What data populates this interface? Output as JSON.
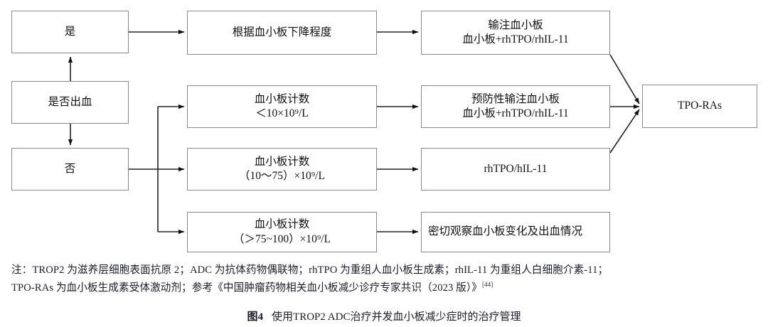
{
  "figure": {
    "caption_label": "图4",
    "caption_text": "使用TROP2 ADC治疗并发血小板减少症时的治疗管理",
    "note_line1": "注：TROP2 为滋养层细胞表面抗原 2；ADC 为抗体药物偶联物；rhTPO 为重组人血小板生成素；rhIL-11 为重组人白细胞介素-11；",
    "note_line2_a": "TPO-RAs 为血小板生成素受体激动剂；参考《中国肿瘤药物相关血小板减少诊疗专家共识（2023 版）》",
    "note_line2_ref": "[44]"
  },
  "nodes": {
    "decision": {
      "id": "decision-bleeding",
      "line1": "是否出血"
    },
    "yes": {
      "id": "branch-yes",
      "line1": "是"
    },
    "no": {
      "id": "branch-no",
      "line1": "否"
    },
    "assess_drop": {
      "id": "assess-platelet-drop",
      "line1": "根据血小板下降程度"
    },
    "count_lt10": {
      "id": "platelet-count-lt10",
      "line1": "血小板计数",
      "line2": "＜10×10⁹/L"
    },
    "count_10_75": {
      "id": "platelet-count-10-75",
      "line1": "血小板计数",
      "line2": "（10～75）×10⁹/L"
    },
    "count_75_100": {
      "id": "platelet-count-75-100",
      "line1": "血小板计数",
      "line2": "（＞75~100）×10⁹/L"
    },
    "transfuse": {
      "id": "treatment-transfuse",
      "line1": "输注血小板",
      "line2": "血小板+rhTPO/rhIL-11"
    },
    "prophylactic": {
      "id": "treatment-prophylactic-transfuse",
      "line1": "预防性输注血小板",
      "line2": "血小板+rhTPO/rhIL-11"
    },
    "rhtpo": {
      "id": "treatment-rhtpo-hil11",
      "line1": "rhTPO/hIL-11"
    },
    "observe": {
      "id": "treatment-observe",
      "line1": "密切观察血小板变化及出血情况"
    },
    "tpo_ras": {
      "id": "outcome-tpo-ras",
      "line1": "TPO-RAs"
    }
  },
  "style": {
    "box_border_color": "#888888",
    "connector_color": "#222222",
    "background": "#ffffff",
    "text_color": "#111111"
  }
}
